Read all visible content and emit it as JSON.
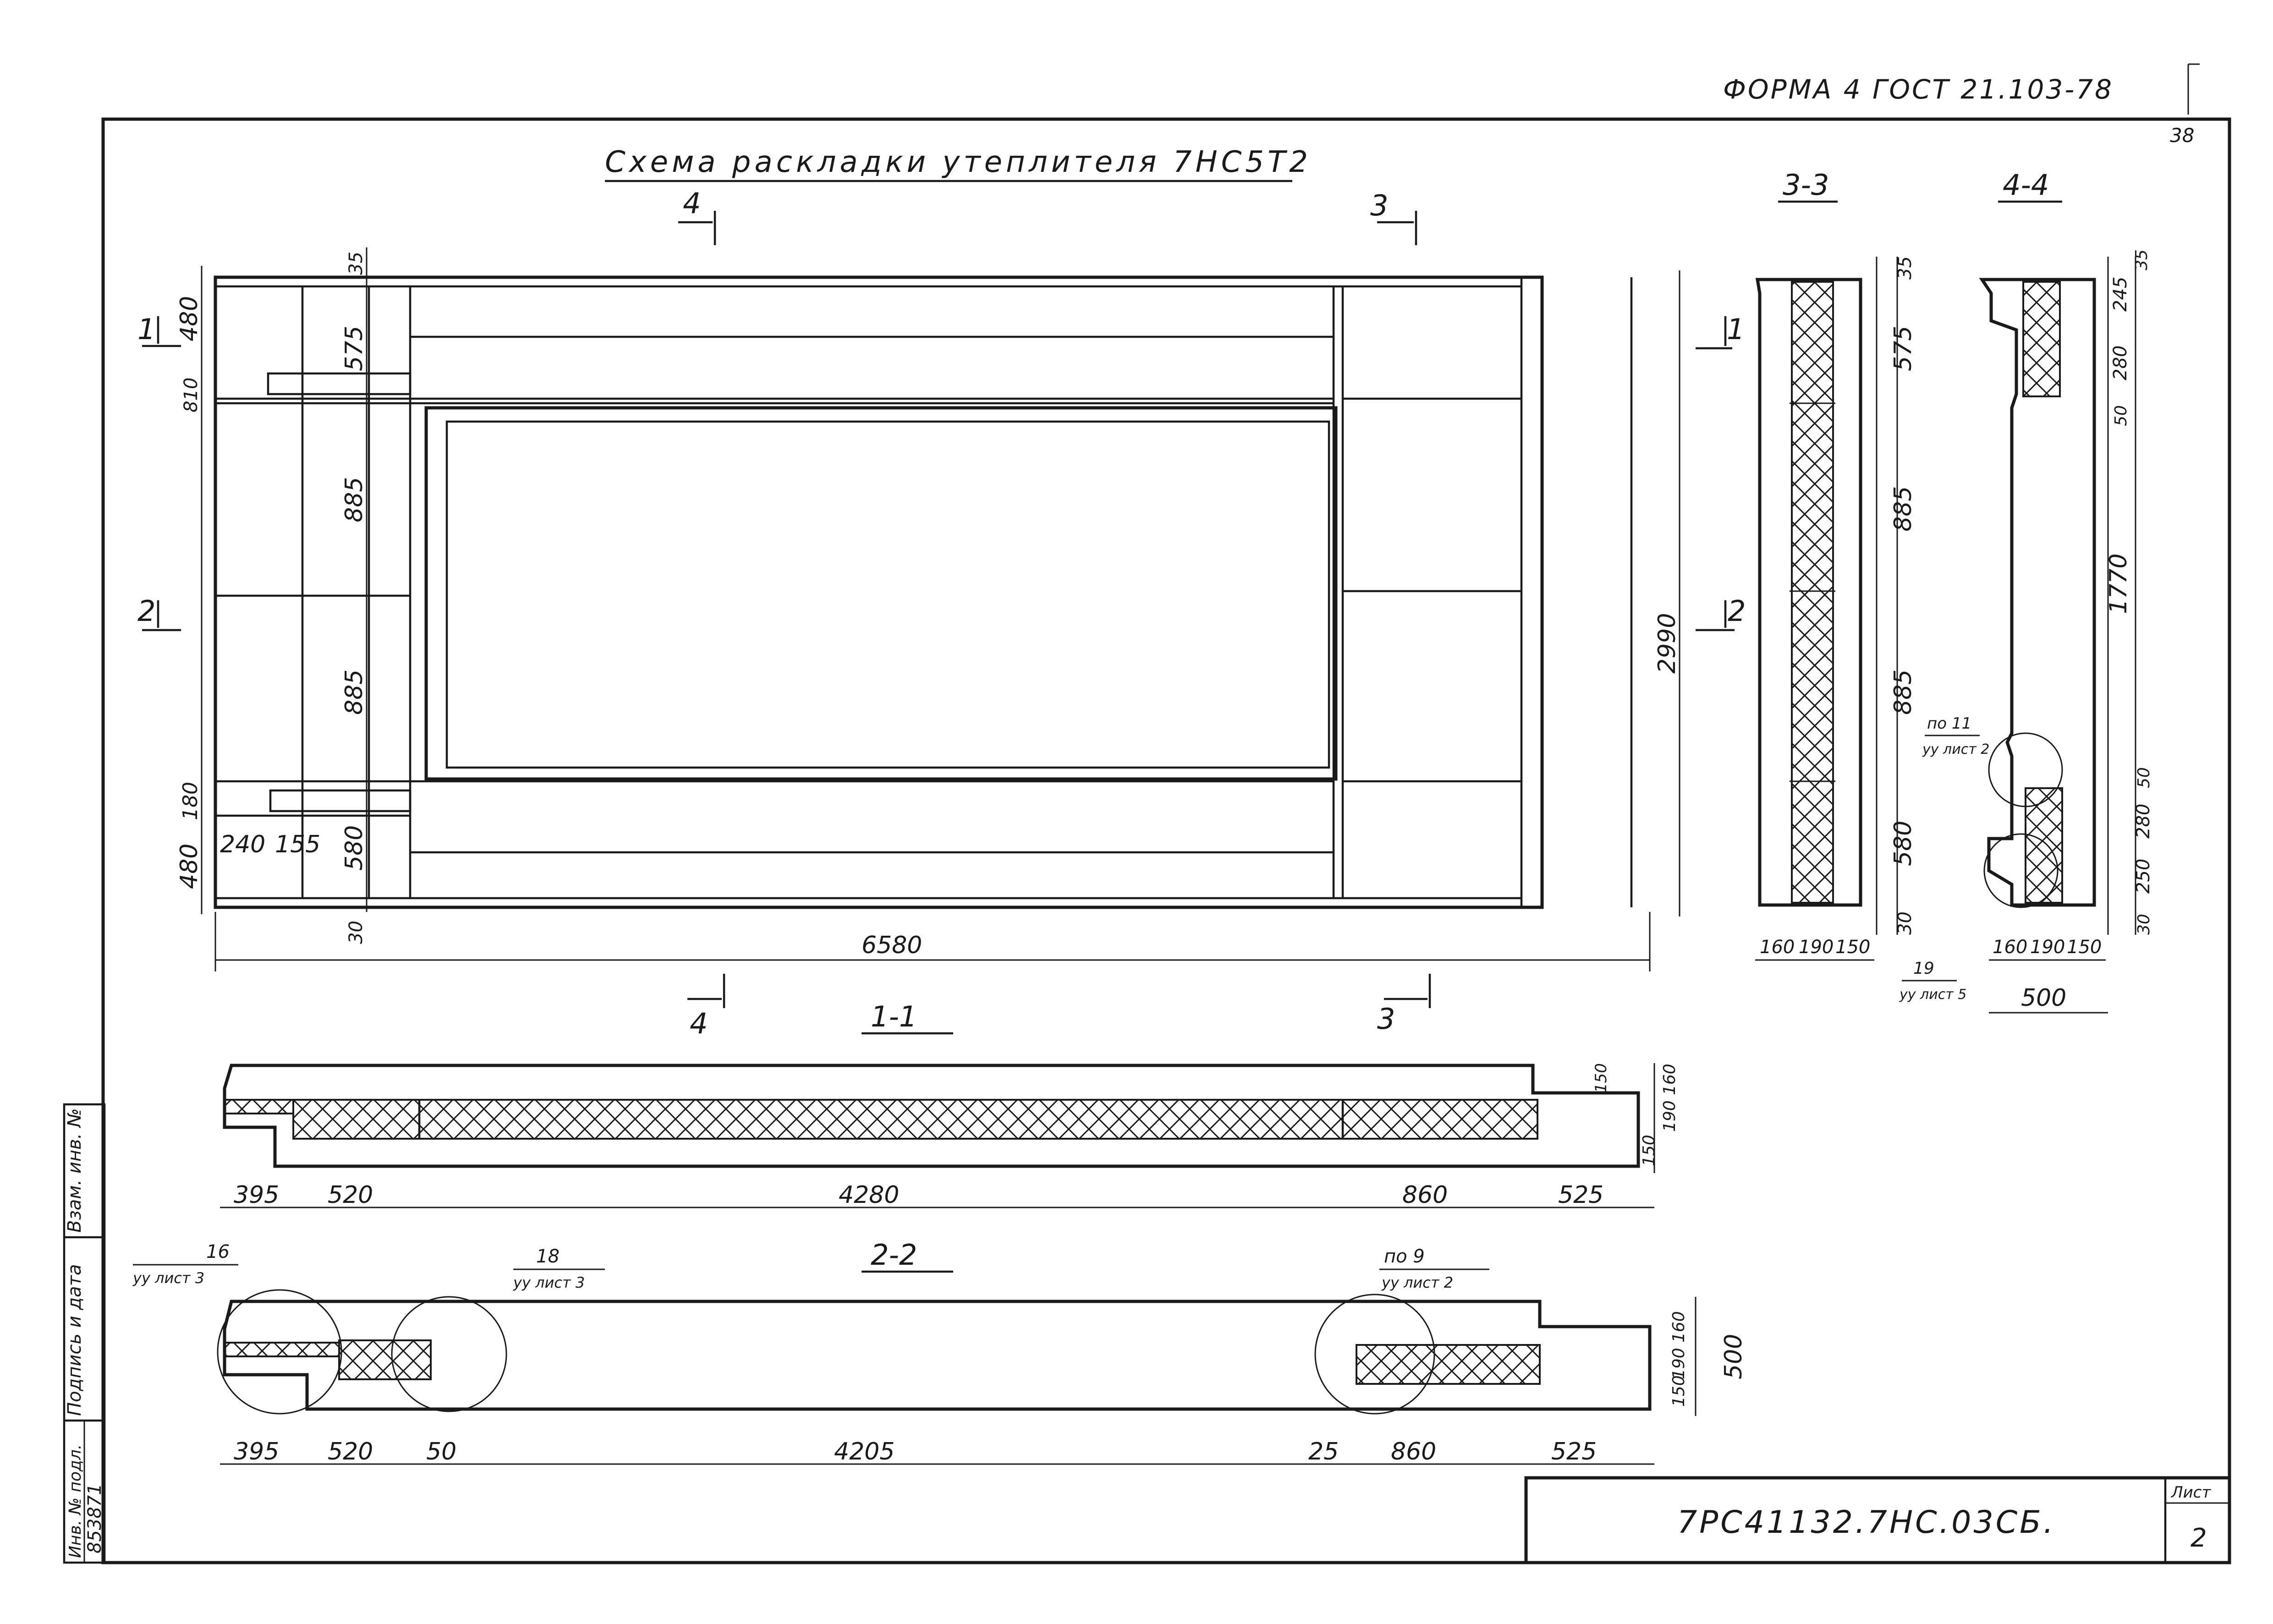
{
  "header": {
    "form_stamp": "ФОРМА 4  ГОСТ 21.103-78",
    "page_number": "38"
  },
  "main": {
    "title": "Схема раскладки утеплителя 7НС5Т2",
    "cut_marks": {
      "top_left": "4",
      "top_right": "3",
      "bottom_left": "4",
      "bottom_right": "3",
      "left_upper": "1",
      "left_lower": "2",
      "right_upper": "1",
      "right_lower": "2"
    },
    "dimensions": {
      "left_segments": [
        "480",
        "810",
        "480",
        "180"
      ],
      "inner_segments": [
        "35",
        "575",
        "885",
        "885",
        "580",
        "30"
      ],
      "bottom_small": [
        "240",
        "155"
      ],
      "width": "6580",
      "height": "2990"
    }
  },
  "sections": {
    "s33": {
      "label": "3-3",
      "dims_vertical": [
        "35",
        "575",
        "885",
        "885",
        "580",
        "30"
      ],
      "dims_bottom": [
        "160",
        "190",
        "150"
      ],
      "note_num": "19",
      "note_ref": "уу лист 5"
    },
    "s44": {
      "label": "4-4",
      "dims_vertical": [
        "35",
        "245",
        "280",
        "50",
        "1770",
        "50",
        "280",
        "250",
        "30"
      ],
      "dims_bottom": [
        "160",
        "190",
        "150"
      ],
      "width": "500",
      "note_num": "по 11",
      "note_ref": "уу лист 2"
    },
    "s11": {
      "label": "1-1",
      "dims": [
        "395",
        "520",
        "4280",
        "860",
        "525"
      ],
      "right_dims": [
        "150",
        "160",
        "190",
        "150"
      ]
    },
    "s22": {
      "label": "2-2",
      "dims": [
        "395",
        "520",
        "50",
        "4205",
        "25",
        "860",
        "525"
      ],
      "right_dims": [
        "160",
        "190",
        "150"
      ],
      "height": "500",
      "note1_num": "16",
      "note1_ref": "уу лист 3",
      "note2_num": "18",
      "note2_ref": "уу лист 3",
      "note3_num": "по 9",
      "note3_ref": "уу лист 2"
    }
  },
  "side_stamp": {
    "col1": "Инв. № подл.",
    "col2": "Подпись и дата",
    "col3": "Взам. инв. №",
    "inv_value": "853871"
  },
  "title_block": {
    "code": "7РС41132.7НС.03СБ.",
    "sheet_label": "Лист",
    "sheet_value": "2"
  }
}
